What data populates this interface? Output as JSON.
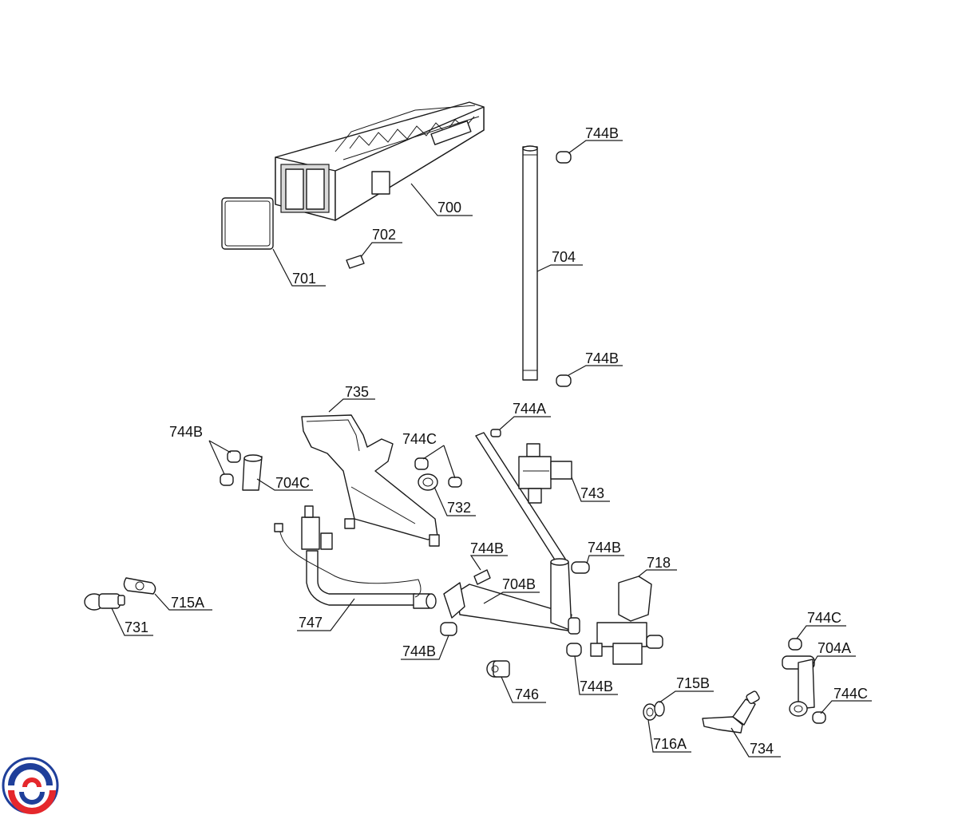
{
  "callouts": {
    "c700": "700",
    "c701": "701",
    "c702": "702",
    "c704": "704",
    "c744b_top": "744B",
    "c744b_mid": "744B",
    "c735": "735",
    "c744a": "744A",
    "c744b_left": "744B",
    "c744c_mid": "744C",
    "c704c": "704C",
    "c732": "732",
    "c743": "743",
    "c744b_center": "744B",
    "c744b_right": "744B",
    "c718": "718",
    "c704b": "704B",
    "c715a": "715A",
    "c731": "731",
    "c747": "747",
    "c744b_low_left": "744B",
    "c744b_low_right": "744B",
    "c744c_right_top": "744C",
    "c704a": "704A",
    "c744c_right_bottom": "744C",
    "c715b": "715B",
    "c746": "746",
    "c716a": "716A",
    "c734": "734"
  },
  "logo": {
    "colors": [
      "#1f3f9a",
      "#e5282c"
    ]
  }
}
